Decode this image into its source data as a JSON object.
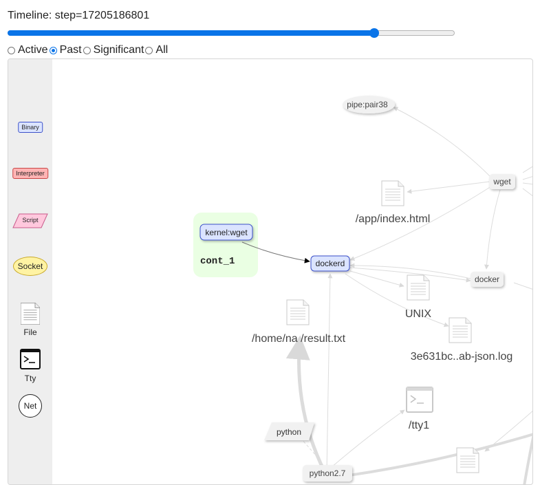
{
  "timeline": {
    "label": "Timeline: step=17205186801",
    "slider_fraction": 0.82
  },
  "filters": [
    {
      "label": "Active",
      "checked": false
    },
    {
      "label": "Past",
      "checked": true
    },
    {
      "label": "Significant",
      "checked": false
    },
    {
      "label": "All",
      "checked": false
    }
  ],
  "legend": {
    "binary": "Binary",
    "interpreter": "Interpreter",
    "script": "Script",
    "socket": "Socket",
    "file": "File",
    "tty": "Tty",
    "net": "Net"
  },
  "graph": {
    "container_label": "cont_1",
    "nodes": {
      "pipe": "pipe:pair38",
      "wget": "wget",
      "app_index": "/app/index.html",
      "kernel_wget": "kernel:wget",
      "dockerd": "dockerd",
      "docker": "docker",
      "unix": "UNIX",
      "home_result": "/home/na /result.txt",
      "json_log": "3e631bc..ab-json.log",
      "tty1": "/tty1",
      "python": "python",
      "python27": "python2.7"
    }
  },
  "colors": {
    "accent": "#0a74e8",
    "binary_fill": "#dbe4ff",
    "binary_stroke": "#3b50c9",
    "container_fill": "#eaffe3"
  }
}
